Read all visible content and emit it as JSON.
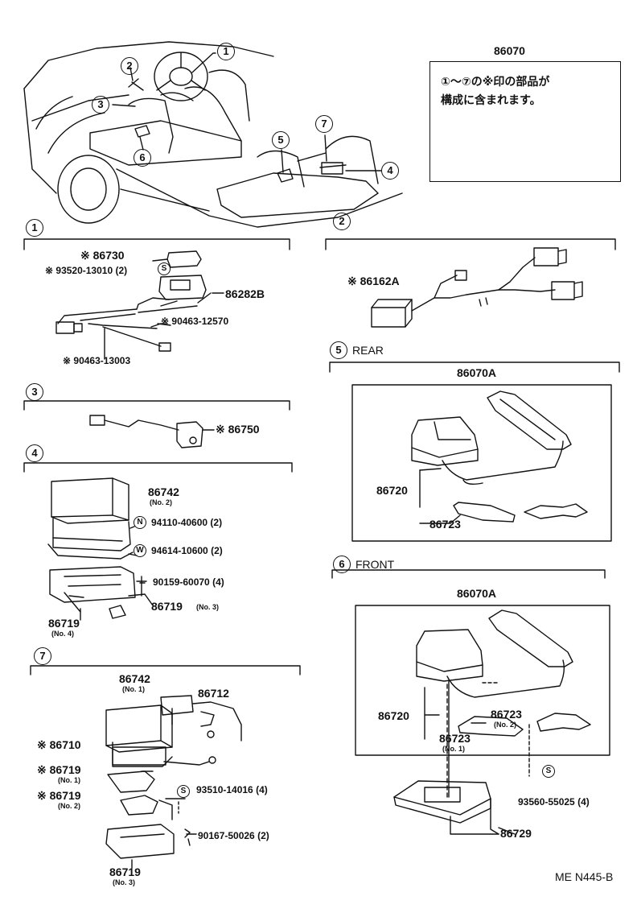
{
  "title_code": "86070",
  "note": {
    "line1": "①～⑦の※印の部品が",
    "line2": "構成に含まれます。"
  },
  "sections": {
    "s1": {
      "num": "1",
      "labels": {
        "a": "※ 86730",
        "b": "※ 93520-13010 (2)",
        "b_mark": "S",
        "c": "86282B",
        "d": "※ 90463-12570",
        "e": "※ 90463-13003"
      }
    },
    "s2": {
      "num": "2",
      "labels": {
        "a": "※ 86162A"
      }
    },
    "s3": {
      "num": "3",
      "labels": {
        "a": "※ 86750"
      }
    },
    "s4": {
      "num": "4",
      "labels": {
        "a": "86742",
        "a_sub": "(No. 2)",
        "b_mark": "N",
        "b": "94110-40600 (2)",
        "c_mark": "W",
        "c": "94614-10600 (2)",
        "d": "90159-60070 (4)",
        "e": "86719",
        "e_sub": "(No. 3)",
        "f": "86719",
        "f_sub": "(No. 4)"
      }
    },
    "s5": {
      "num": "5",
      "title": "REAR",
      "labels": {
        "a": "86070A",
        "b": "86720",
        "c": "86723"
      }
    },
    "s6": {
      "num": "6",
      "title": "FRONT",
      "labels": {
        "a": "86070A",
        "b": "86720",
        "c": "86723",
        "c_sub": "(No. 2)",
        "d": "86723",
        "d_sub": "(No. 1)",
        "e_mark": "S",
        "e": "93560-55025 (4)",
        "f": "86729"
      }
    },
    "s7": {
      "num": "7",
      "labels": {
        "a": "86742",
        "a_sub": "(No. 1)",
        "b": "86712",
        "c": "※ 86710",
        "d": "※ 86719",
        "d_sub": "(No. 1)",
        "e": "※ 86719",
        "e_sub": "(No. 2)",
        "f_mark": "S",
        "f": "93510-14016 (4)",
        "g": "90167-50026 (2)",
        "h": "86719",
        "h_sub": "(No. 3)"
      }
    }
  },
  "callouts": [
    "1",
    "2",
    "3",
    "4",
    "5",
    "6",
    "7"
  ],
  "footer": "ME N445-B"
}
